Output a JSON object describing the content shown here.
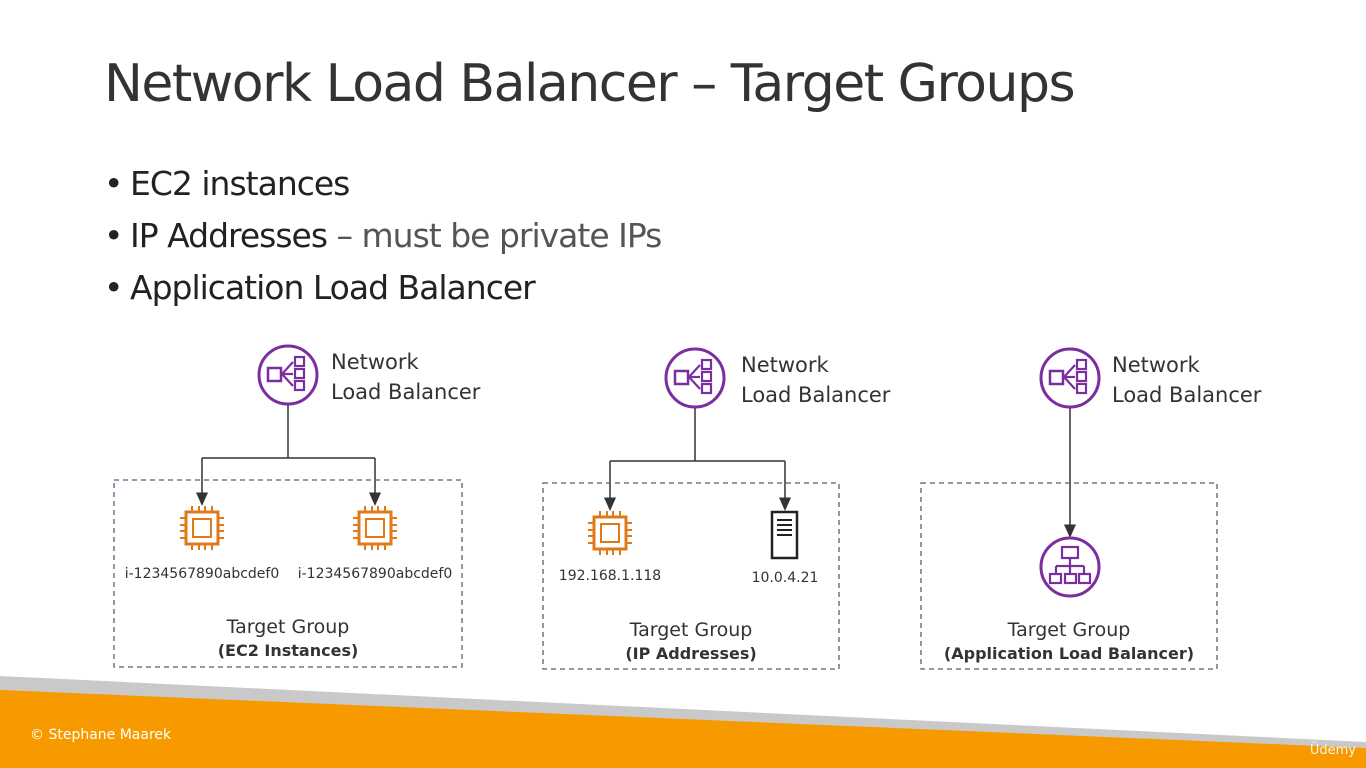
{
  "slide": {
    "title": "Network Load Balancer – Target Groups",
    "bullets": [
      {
        "text": "EC2 instances",
        "sub": ""
      },
      {
        "text": "IP Addresses",
        "sub": " – must be private IPs"
      },
      {
        "text": "Application Load Balancer",
        "sub": ""
      }
    ]
  },
  "diagrams": [
    {
      "nlb_line1": "Network",
      "nlb_line2": "Load Balancer",
      "targets": [
        {
          "icon": "ec2-instance-icon",
          "label": "i-1234567890abcdef0"
        },
        {
          "icon": "ec2-instance-icon",
          "label": "i-1234567890abcdef0"
        }
      ],
      "group_line1": "Target Group",
      "group_line2": "(EC2 Instances)"
    },
    {
      "nlb_line1": "Network",
      "nlb_line2": "Load Balancer",
      "targets": [
        {
          "icon": "ec2-instance-icon",
          "label": "192.168.1.118"
        },
        {
          "icon": "server-icon",
          "label": "10.0.4.21"
        }
      ],
      "group_line1": "Target Group",
      "group_line2": "(IP Addresses)"
    },
    {
      "nlb_line1": "Network",
      "nlb_line2": "Load Balancer",
      "targets": [
        {
          "icon": "application-load-balancer-icon",
          "label": ""
        }
      ],
      "group_line1": "Target Group",
      "group_line2": "(Application Load Balancer)"
    }
  ],
  "footer": {
    "copyright": "© Stephane Maarek",
    "brand": "Üdemy"
  },
  "colors": {
    "nlb_purple": "#7b2ea0",
    "ec2_orange": "#e07a18",
    "footer_orange": "#f79a00",
    "footer_grey": "#c9c9c9",
    "dashed_border": "#5a5a7a"
  }
}
